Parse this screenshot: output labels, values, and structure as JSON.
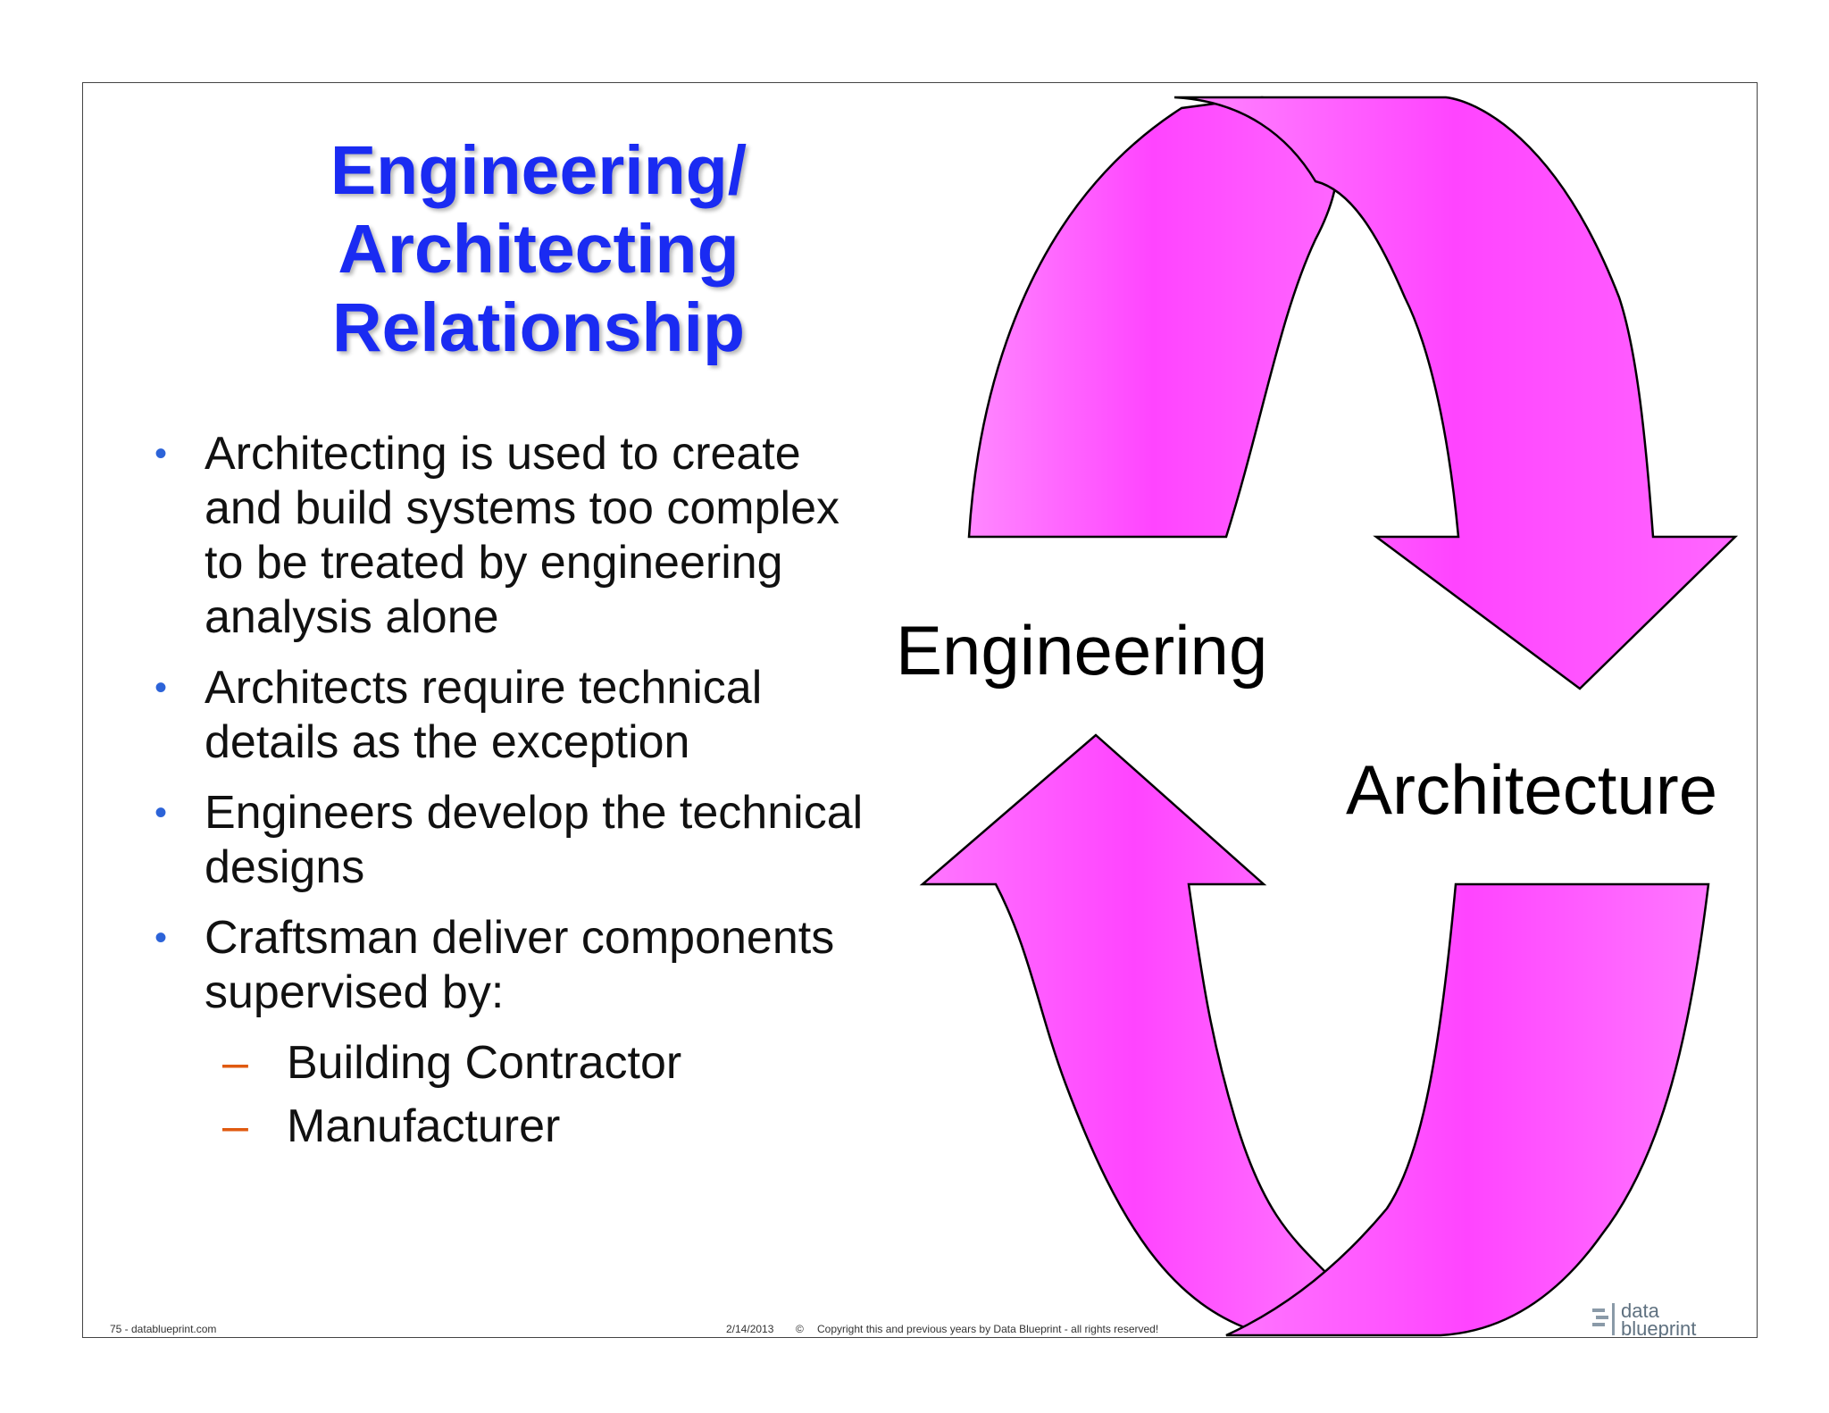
{
  "slide": {
    "title_lines": [
      "Engineering/",
      "Architecting",
      "Relationship"
    ],
    "bullets": [
      {
        "text": "Architecting is used to create and build systems too complex to be treated by engineering analysis alone"
      },
      {
        "text": "Architects require technical details as the exception"
      },
      {
        "text": "Engineers develop the technical designs"
      },
      {
        "text": "Craftsman deliver components supervised by:"
      }
    ],
    "sub_bullets": [
      "Building Contractor",
      "Manufacturer"
    ],
    "bullet_glyph": "•",
    "sub_glyph": "–"
  },
  "diagram": {
    "label_engineering": "Engineering",
    "label_architecture": "Architecture",
    "arrow_color": "#ff44ff",
    "arrow_highlight": "#ff88ff"
  },
  "footer": {
    "page": "75 -  datablueprint.com",
    "date": "2/14/2013",
    "copyright_symbol": "©",
    "copyright": "Copyright this and previous years by Data Blueprint  - all rights reserved!",
    "logo_line1": "data",
    "logo_line2": "blueprint"
  }
}
